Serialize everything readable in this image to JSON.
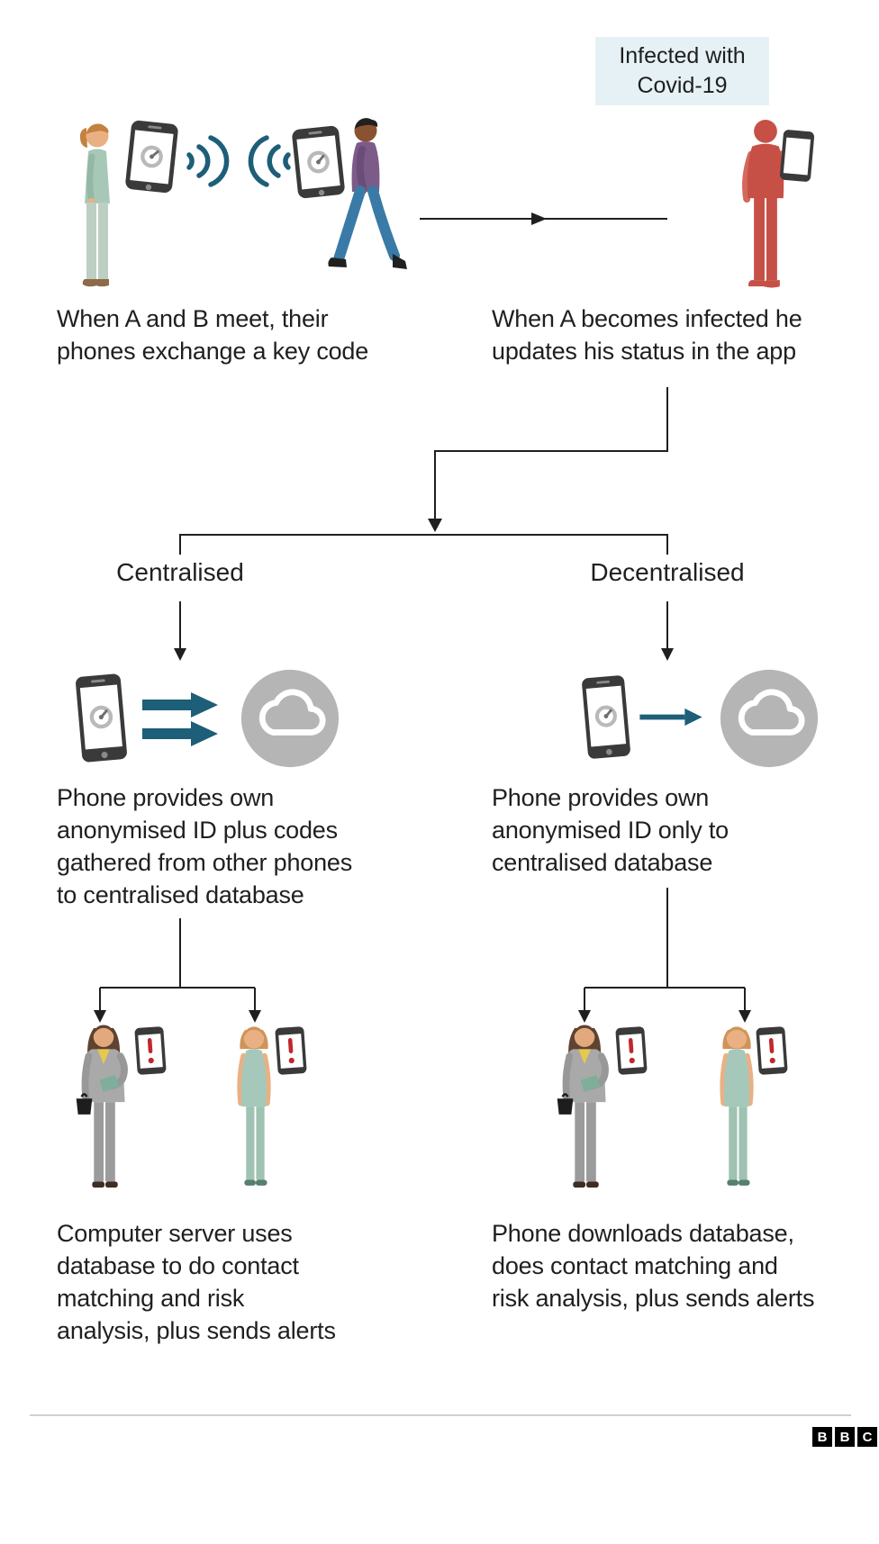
{
  "colors": {
    "text": "#1f1f1f",
    "teal_accent": "#1d5e78",
    "infected_red": "#c75046",
    "infected_red_light": "#d4685a",
    "cloud_grey": "#b5b5b5",
    "infected_label_bg": "#e6f1f5",
    "alert_red": "#c1272d",
    "footer_line": "#cfcfcf"
  },
  "scene_meet": {
    "caption_lines": [
      "When A and B meet, their",
      "phones exchange a key code"
    ]
  },
  "scene_infected": {
    "status_label_lines": [
      "Infected with",
      "Covid-19"
    ],
    "caption_lines": [
      "When A becomes infected he",
      "updates his status in the app"
    ]
  },
  "branch_centralised": {
    "label": "Centralised",
    "upload_caption_lines": [
      "Phone provides own",
      "anonymised ID plus codes",
      "gathered from other phones",
      "to centralised database"
    ],
    "result_caption_lines": [
      "Computer server uses",
      "database to do contact",
      "matching and risk",
      "analysis, plus sends alerts"
    ]
  },
  "branch_decentralised": {
    "label": "Decentralised",
    "upload_caption_lines": [
      "Phone provides own",
      "anonymised ID only to",
      "centralised database"
    ],
    "result_caption_lines": [
      "Phone downloads database,",
      "does contact matching and",
      "risk analysis, plus sends alerts"
    ]
  },
  "icons": {
    "phone_app": "contact-tracing-app-phone-icon",
    "signal_waves": "signal-waves-icon",
    "cloud_database": "cloud-database-icon",
    "alert_phone": "phone-alert-icon",
    "double_arrow": "double-upload-arrow-icon",
    "single_arrow": "single-upload-arrow-icon"
  },
  "footer": {
    "logo_letters": [
      "B",
      "B",
      "C"
    ]
  }
}
